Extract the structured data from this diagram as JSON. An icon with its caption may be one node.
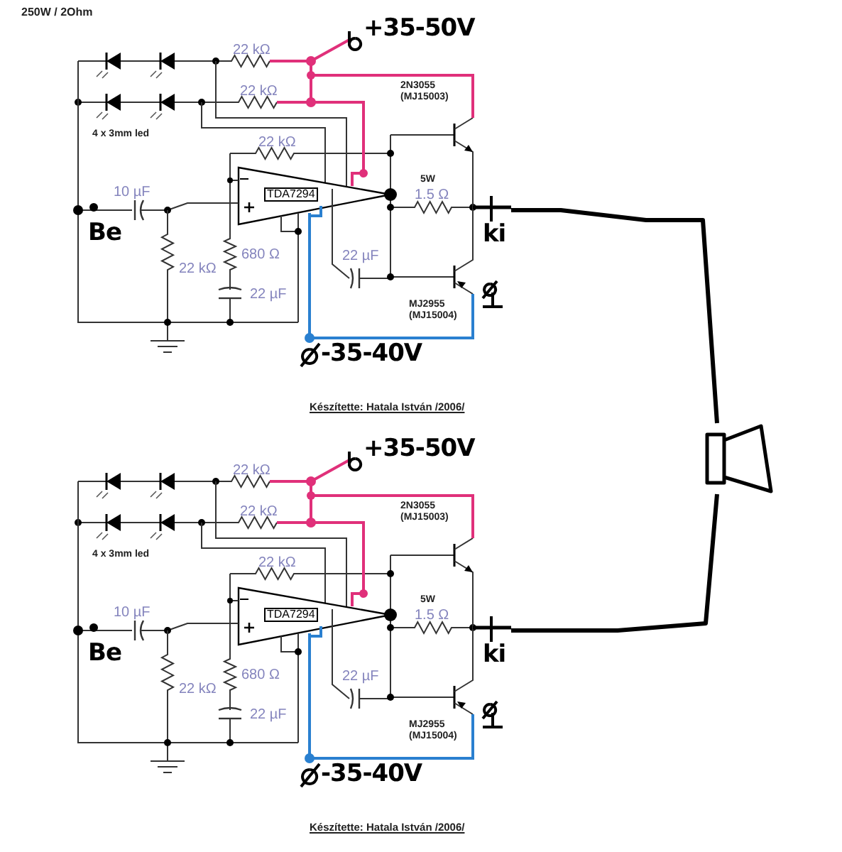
{
  "diagram": {
    "title": "250W / 2Ohm",
    "nodes": [
      {
        "text": [
          "ki"
        ]
      },
      {
        "text": [
          "ki"
        ]
      },
      {
        "text": [],
        "shape": "picture"
      }
    ],
    "edges": [
      {
        "from": 0,
        "to": 2,
        "arrow": "none"
      },
      {
        "from": 1,
        "to": 2,
        "arrow": "none"
      }
    ],
    "labels": [
      "+35-50V",
      "22 kΩ",
      "22 kΩ",
      "2N3055",
      "(MJ15003)",
      "4 x 3mm led",
      "22 kΩ",
      "TDA7294",
      "5W",
      "1.5 Ω",
      "10 µF",
      "Be",
      "22 kΩ",
      "680 Ω",
      "22 µF",
      "22 µF",
      "MJ2955",
      "(MJ15004)",
      "-35-40V",
      "Készítette: Hatala István /2006/",
      "+35-50V",
      "22 kΩ",
      "22 kΩ",
      "2N3055",
      "(MJ15003)",
      "4 x 3mm led",
      "22 kΩ",
      "TDA7294",
      "5W",
      "1.5 Ω",
      "10 µF",
      "Be",
      "22 kΩ",
      "680 Ω",
      "22 µF",
      "22 µF",
      "MJ2955",
      "(MJ15004)",
      "-35-40V",
      "Készítette: Hatala István /2006/"
    ]
  }
}
